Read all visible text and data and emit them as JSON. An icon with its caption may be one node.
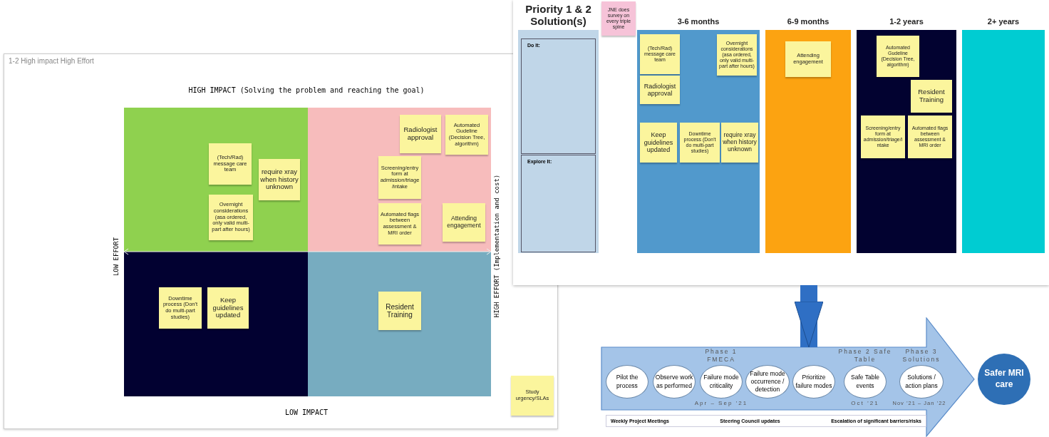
{
  "diagram": {
    "nodes": [
      {
        "text": [
          "1-2 High impact High Effort"
        ]
      },
      {
        "text": [],
        "shape": "box",
        "in": 0
      },
      {
        "text": [],
        "shape": "box",
        "in": 0
      },
      {
        "text": [],
        "shape": "box",
        "in": 0
      },
      {
        "text": [],
        "shape": "box",
        "in": 0
      },
      {
        "text": [
          "(Tech/Rad) message care team"
        ],
        "in": 1
      },
      {
        "text": [
          "require xray when history unknown"
        ],
        "in": 1
      },
      {
        "text": [
          "Overnight considerations (asa ordered, only valid multi-part after hours)"
        ],
        "in": 1
      },
      {
        "text": [
          "Radiologist approval"
        ],
        "in": 2
      },
      {
        "text": [
          "Automated Gudeline (Decision Tree, algorithm)"
        ],
        "in": 2
      },
      {
        "text": [
          "Screening/entry form at admission/triage/intake"
        ],
        "in": 2
      },
      {
        "text": [
          "Automated flags between assessment & MRI order"
        ],
        "in": 2
      },
      {
        "text": [
          "Attending engagement"
        ],
        "in": 2
      },
      {
        "text": [
          "Downtime process (Don't do multi-part studies)"
        ],
        "in": 3
      },
      {
        "text": [
          "Keep guidelines updated"
        ],
        "in": 3
      },
      {
        "text": [
          "Resident Training"
        ],
        "in": 4
      },
      {
        "text": [
          "Study urgency/SLAs"
        ],
        "in": 0
      },
      {
        "text": [],
        "shape": "box"
      },
      {
        "text": [
          "Priority 1 & 2 Solution(s)"
        ],
        "in": 17
      },
      {
        "text": [
          "Do It:"
        ],
        "in": 18
      },
      {
        "text": [
          "Explore It:"
        ],
        "in": 18
      },
      {
        "text": [
          "JNE does survey on every triple spine"
        ],
        "in": 17
      },
      {
        "text": [
          "3-6 months"
        ],
        "in": 17
      },
      {
        "text": [
          "(Tech/Rad) message care team"
        ],
        "in": 22
      },
      {
        "text": [
          "Overnight considerations (asa ordered, only valid multi-part after hours)"
        ],
        "in": 22
      },
      {
        "text": [
          "Radiologist approval"
        ],
        "in": 22
      },
      {
        "text": [
          "Keep guidelines updated"
        ],
        "in": 22
      },
      {
        "text": [
          "Downtime process (Don't do multi-part studies)"
        ],
        "in": 22
      },
      {
        "text": [
          "require xray when history unknown"
        ],
        "in": 22
      },
      {
        "text": [
          "6-9 months"
        ],
        "in": 17
      },
      {
        "text": [
          "Attending engagement"
        ],
        "in": 29
      },
      {
        "text": [
          "1-2 years"
        ],
        "in": 17
      },
      {
        "text": [
          "Automated Gudeline (Decision Tree, algorithm)"
        ],
        "in": 31
      },
      {
        "text": [
          "Resident Training"
        ],
        "in": 31
      },
      {
        "text": [
          "Screening/entry form at admission/triage/intake"
        ],
        "in": 31
      },
      {
        "text": [
          "Automated flags between assessment & MRI order"
        ],
        "in": 31
      },
      {
        "text": [
          "2+ years"
        ],
        "in": 17
      },
      {
        "text": [],
        "shape": "arrow"
      },
      {
        "text": [
          "Pilot the process"
        ],
        "in": 37
      },
      {
        "text": [
          "Observe work as performed"
        ],
        "in": 37
      },
      {
        "text": [
          "Failure mode criticality"
        ],
        "in": 37
      },
      {
        "text": [
          "Failure mode occurrence / detection"
        ],
        "in": 37
      },
      {
        "text": [
          "Prioritize failure modes"
        ],
        "in": 37
      },
      {
        "text": [
          "Safe Table events"
        ],
        "in": 37
      },
      {
        "text": [
          "Solutions / action plans"
        ],
        "in": 37
      },
      {
        "text": [
          "Safer MRI care"
        ]
      },
      {
        "text": [
          "Weekly Project Meetings",
          "Steering Council updates",
          "Escalation of significant barriers/risks"
        ]
      }
    ],
    "edges": [
      {
        "from": 17,
        "to": 37,
        "arrow": "to"
      }
    ],
    "labels": [
      "HIGH IMPACT (Solving the problem and reaching the goal)",
      "LOW EFFORT",
      "HIGH EFFORT (Implementation and cost)",
      "LOW IMPACT",
      "Phase 1 FMECA",
      "Phase 2 Safe Table",
      "Phase 3 Solutions",
      "Apr – Sep ’21",
      "Oct ’21",
      "Nov ’21 – Jan ’22"
    ]
  }
}
